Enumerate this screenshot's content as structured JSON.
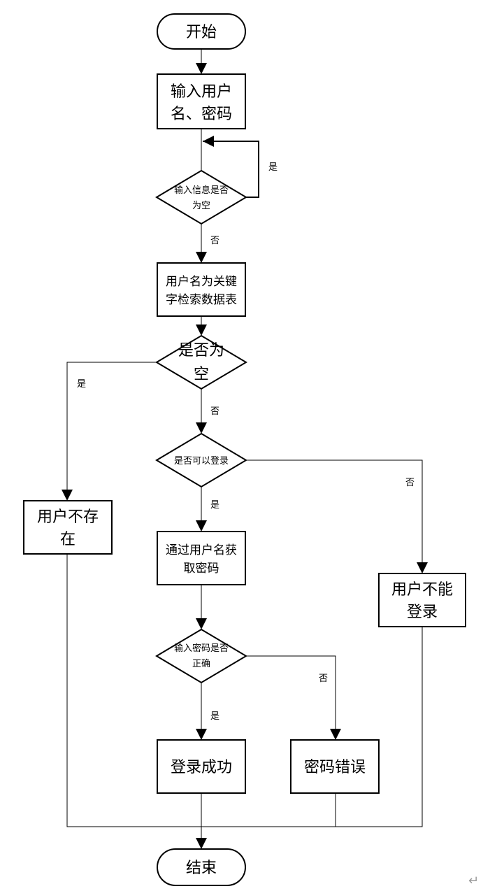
{
  "nodes": {
    "start": "开始",
    "input_line1": "输入用户",
    "input_line2": "名、密码",
    "check_empty_line1": "输入信息是否",
    "check_empty_line2": "为空",
    "search_line1": "用户名为关键",
    "search_line2": "字检索数据表",
    "result_empty_line1": "是否为",
    "result_empty_line2": "空",
    "can_login": "是否可以登录",
    "user_not_exist_line1": "用户不存",
    "user_not_exist_line2": "在",
    "get_password_line1": "通过用户名获",
    "get_password_line2": "取密码",
    "cannot_login_line1": "用户不能",
    "cannot_login_line2": "登录",
    "check_password_line1": "输入密码是否",
    "check_password_line2": "正确",
    "login_success": "登录成功",
    "password_error": "密码错误",
    "end": "结束"
  },
  "edge_labels": {
    "empty_yes": "是",
    "empty_no": "否",
    "result_yes": "是",
    "result_no": "否",
    "can_login_yes": "是",
    "can_login_no": "否",
    "password_yes": "是",
    "password_no": "否"
  },
  "decor": {
    "return_mark": "↵"
  }
}
